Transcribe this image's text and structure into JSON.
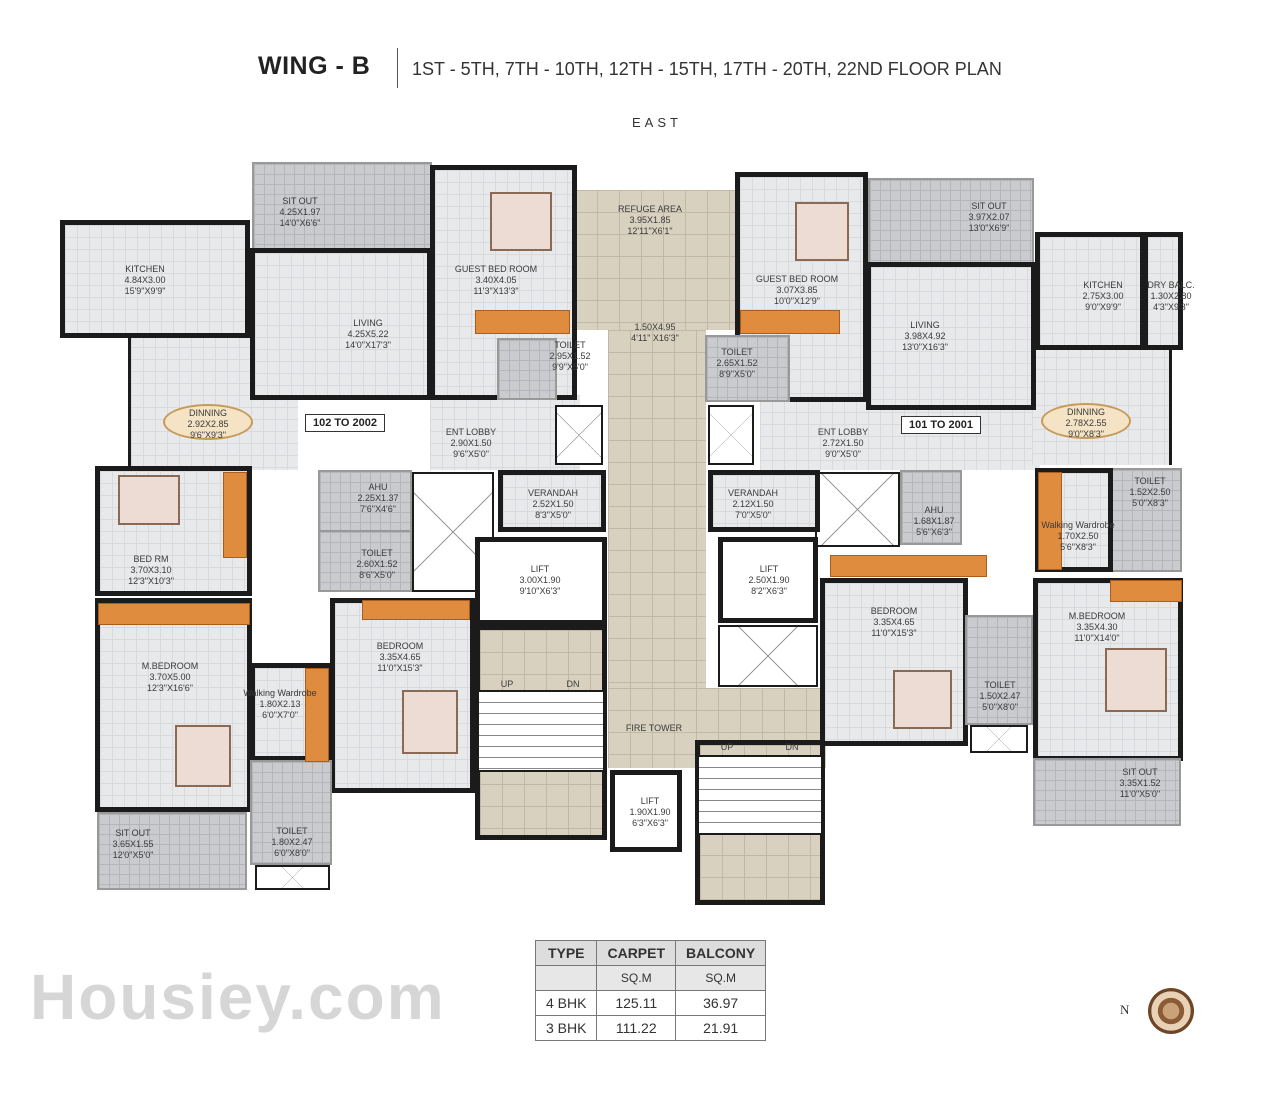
{
  "header": {
    "title": "WING - B",
    "subtitle": "1ST - 5TH, 7TH - 10TH, 12TH - 15TH, 17TH - 20TH, 22ND FLOOR PLAN",
    "direction": "EAST"
  },
  "units": {
    "left": "102 TO 2002",
    "right": "101 TO 2001"
  },
  "rooms": [
    {
      "name": "SIT OUT",
      "m": "4.25X1.97",
      "ft": "14'0\"X6'6\""
    },
    {
      "name": "KITCHEN",
      "m": "4.84X3.00",
      "ft": "15'9\"X9'9\""
    },
    {
      "name": "LIVING",
      "m": "4.25X5.22",
      "ft": "14'0\"X17'3\""
    },
    {
      "name": "GUEST BED ROOM",
      "m": "3.40X4.05",
      "ft": "11'3\"X13'3\""
    },
    {
      "name": "TOILET",
      "m": "2.95X1.52",
      "ft": "9'9\"X5'0\""
    },
    {
      "name": "DINNING",
      "m": "2.92X2.85",
      "ft": "9'6\"X9'3\""
    },
    {
      "name": "ENT LOBBY",
      "m": "2.90X1.50",
      "ft": "9'6\"X5'0\""
    },
    {
      "name": "AHU",
      "m": "2.25X1.37",
      "ft": "7'6\"X4'6\""
    },
    {
      "name": "TOILET",
      "m": "2.60X1.52",
      "ft": "8'6\"X5'0\""
    },
    {
      "name": "BED RM",
      "m": "3.70X3.10",
      "ft": "12'3\"X10'3\""
    },
    {
      "name": "M.BEDROOM",
      "m": "3.70X5.00",
      "ft": "12'3\"X16'6\""
    },
    {
      "name": "Walking Wardrobe",
      "m": "1.80X2.13",
      "ft": "6'0\"X7'0\""
    },
    {
      "name": "BEDROOM",
      "m": "3.35X4.65",
      "ft": "11'0\"X15'3\""
    },
    {
      "name": "SIT OUT",
      "m": "3.65X1.55",
      "ft": "12'0\"X5'0\""
    },
    {
      "name": "TOILET",
      "m": "1.80X2.47",
      "ft": "6'0\"X8'0\""
    },
    {
      "name": "VERANDAH",
      "m": "2.52X1.50",
      "ft": "8'3\"X5'0\""
    },
    {
      "name": "LIFT",
      "m": "3.00X1.90",
      "ft": "9'10\"X6'3\""
    },
    {
      "name": "REFUGE  AREA",
      "m": "3.95X1.85",
      "ft": "12'11\"X6'1\""
    },
    {
      "name": "",
      "m": "1.50X4.95",
      "ft": "4'11\" X16'3\""
    },
    {
      "name": "VERANDAH",
      "m": "2.12X1.50",
      "ft": "7'0\"X5'0\""
    },
    {
      "name": "LIFT",
      "m": "2.50X1.90",
      "ft": "8'2\"X6'3\""
    },
    {
      "name": "FIRE TOWER",
      "m": "",
      "ft": ""
    },
    {
      "name": "LIFT",
      "m": "1.90X1.90",
      "ft": "6'3\"X6'3\""
    },
    {
      "name": "GUEST BED ROOM",
      "m": "3.07X3.85",
      "ft": "10'0\"X12'9\""
    },
    {
      "name": "SIT OUT",
      "m": "3.97X2.07",
      "ft": "13'0\"X6'9\""
    },
    {
      "name": "KITCHEN",
      "m": "2.75X3.00",
      "ft": "9'0\"X9'9\""
    },
    {
      "name": "DRY BALC.",
      "m": "1.30X2.80",
      "ft": "4'3\"X9'3\""
    },
    {
      "name": "LIVING",
      "m": "3.98X4.92",
      "ft": "13'0\"X16'3\""
    },
    {
      "name": "TOILET",
      "m": "2.65X1.52",
      "ft": "8'9\"X5'0\""
    },
    {
      "name": "ENT LOBBY",
      "m": "2.72X1.50",
      "ft": "9'0\"X5'0\""
    },
    {
      "name": "DINNING",
      "m": "2.78X2.55",
      "ft": "9'0\"X8'3\""
    },
    {
      "name": "AHU",
      "m": "1.68X1.87",
      "ft": "5'6\"X6'3\""
    },
    {
      "name": "TOILET",
      "m": "1.52X2.50",
      "ft": "5'0\"X8'3\""
    },
    {
      "name": "Walking Wardrobe",
      "m": "1.70X2.50",
      "ft": "5'6\"X8'3\""
    },
    {
      "name": "BEDROOM",
      "m": "3.35X4.65",
      "ft": "11'0\"X15'3\""
    },
    {
      "name": "TOILET",
      "m": "1.50X2.47",
      "ft": "5'0\"X8'0\""
    },
    {
      "name": "M.BEDROOM",
      "m": "3.35X4.30",
      "ft": "11'0\"X14'0\""
    },
    {
      "name": "SIT OUT",
      "m": "3.35X1.52",
      "ft": "11'0\"X5'0\""
    }
  ],
  "stairs": {
    "up": "UP",
    "down": "DN"
  },
  "area_table": {
    "headers": [
      "TYPE",
      "CARPET",
      "BALCONY"
    ],
    "units": [
      "",
      "SQ.M",
      "SQ.M"
    ],
    "rows": [
      [
        "4 BHK",
        "125.11",
        "36.97"
      ],
      [
        "3 BHK",
        "111.22",
        "21.91"
      ]
    ]
  },
  "compass": {
    "label": "N",
    "icon": "compass-rose-icon"
  },
  "watermark": "Housiey.com",
  "colors": {
    "wall": "#1b1b1b",
    "floor": "#e8e9eb",
    "wardrobe": "#e08c3e",
    "stair_tile": "#d8d1c0"
  }
}
